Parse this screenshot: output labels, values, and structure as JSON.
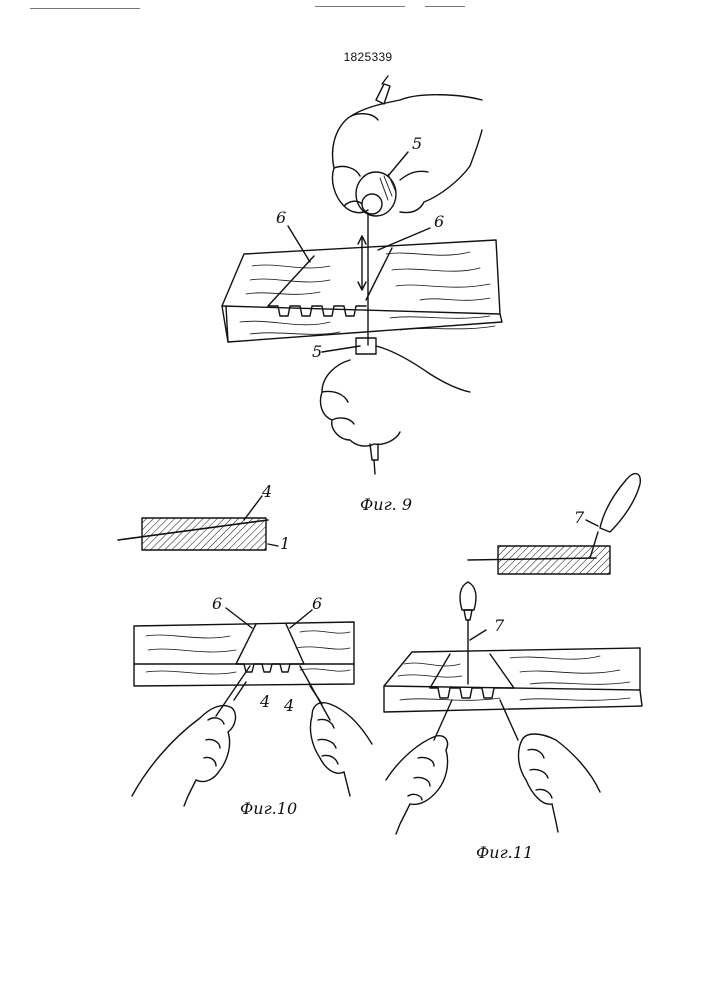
{
  "header": {
    "patent_number": "1825339"
  },
  "figures": {
    "fig9": {
      "caption": "Фиг. 9",
      "labels": {
        "tool_top": "5",
        "cut_left": "6",
        "cut_right": "6",
        "tool_bottom": "5"
      }
    },
    "fig_section_left": {
      "labels": {
        "line": "4",
        "plate": "1"
      }
    },
    "fig_section_right": {
      "labels": {
        "tool": "7"
      }
    },
    "fig10": {
      "caption": "Фиг.10",
      "labels": {
        "cut_left": "6",
        "cut_right": "6",
        "tool_left": "4",
        "tool_right": "4"
      }
    },
    "fig11": {
      "caption": "Фиг.11",
      "labels": {
        "tool": "7"
      }
    }
  }
}
